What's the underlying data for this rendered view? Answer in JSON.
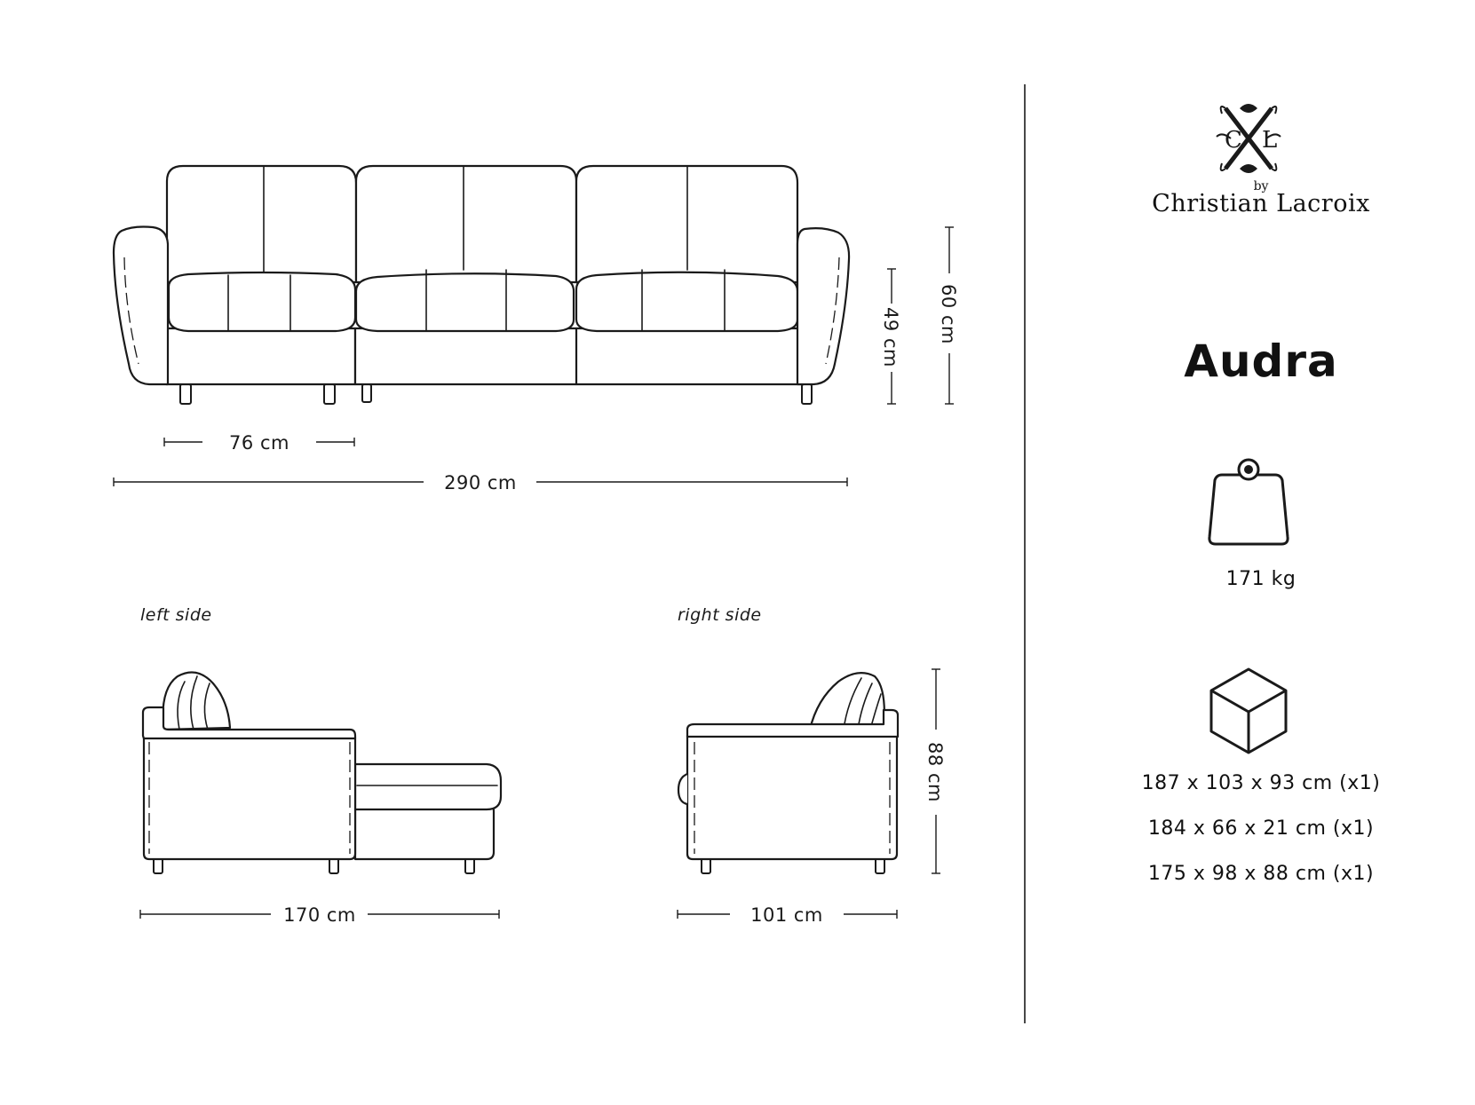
{
  "dimensions": {
    "seat_width": "76 cm",
    "total_width": "290 cm",
    "seat_height": "49 cm",
    "back_height": "60 cm",
    "left_depth": "170 cm",
    "right_depth": "101 cm",
    "total_height": "88 cm"
  },
  "views": {
    "left_label": "left side",
    "right_label": "right side"
  },
  "brand": {
    "logo_text": "CXL",
    "by": "by",
    "name": "Christian Lacroix"
  },
  "product": {
    "name": "Audra",
    "weight": "171 kg",
    "packages": [
      "187 x 103 x 93 cm (x1)",
      "184 x 66 x 21 cm (x1)",
      "175 x 98 x 88 cm (x1)"
    ]
  },
  "icons": {
    "weight": "weight-icon",
    "package": "box-icon",
    "logo": "cxl-logo-icon"
  },
  "colors": {
    "line": "#1a1a1a",
    "background": "#ffffff"
  }
}
